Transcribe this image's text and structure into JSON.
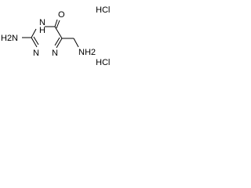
{
  "structure": {
    "atoms": {
      "amino_left": "H2N",
      "ring_nh": "N",
      "ring_nh_h": "H",
      "carbonyl_o": "O",
      "ring_n_bottom_left": "N",
      "ring_n_bottom_right": "N",
      "aminomethyl_nh2": "NH2"
    },
    "counter_ions": {
      "hcl_top": "HCl",
      "hcl_bottom": "HCl"
    }
  },
  "colors": {
    "ink": "#000000",
    "background": "#ffffff"
  }
}
